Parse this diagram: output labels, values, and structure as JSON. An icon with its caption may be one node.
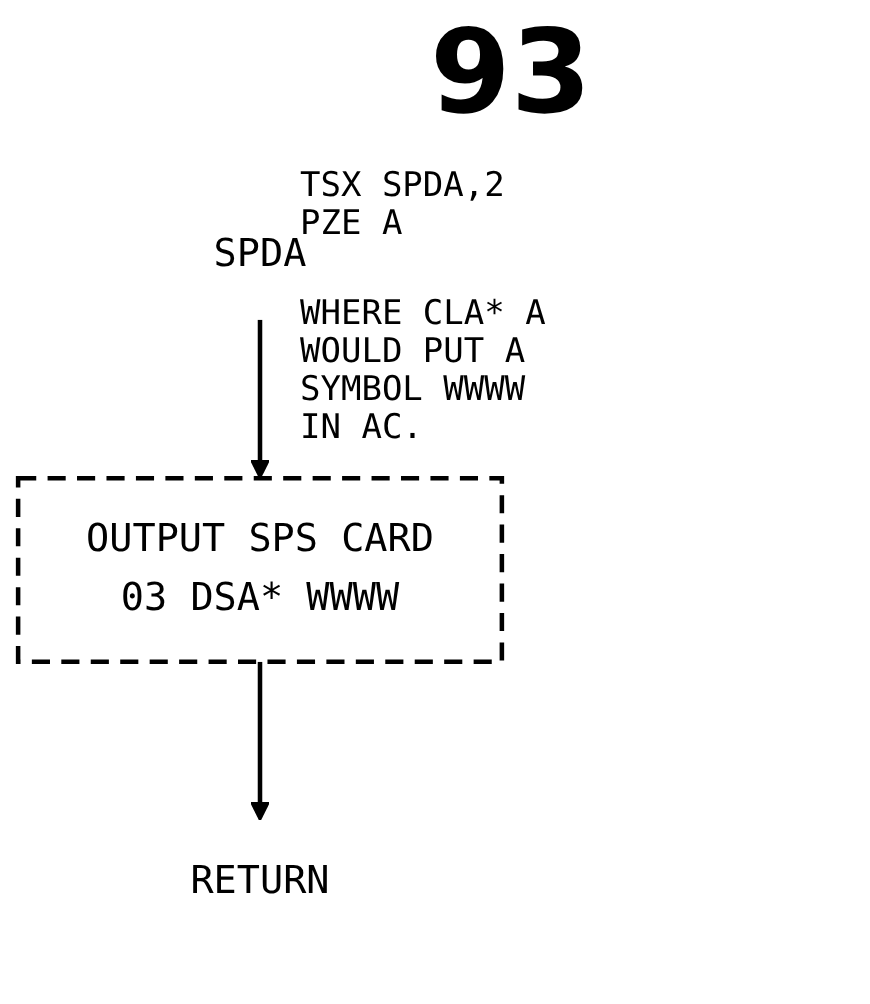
{
  "diagram": {
    "nodes": [
      {
        "text": [
          "SPDA"
        ]
      },
      {
        "text": [
          "OUTPUT SPS CARD",
          "03 DSA* WWWW"
        ]
      },
      {
        "text": [
          "RETURN"
        ]
      }
    ],
    "edges": [
      {
        "from": 0,
        "to": 1,
        "arrow": "to"
      },
      {
        "from": 1,
        "to": 2,
        "arrow": "to"
      }
    ],
    "labels": [
      "93",
      "TSX SPDA,2 PZE A",
      "WHERE CLA* A WOULD PUT A SYMBOL WWWW IN AC."
    ]
  }
}
